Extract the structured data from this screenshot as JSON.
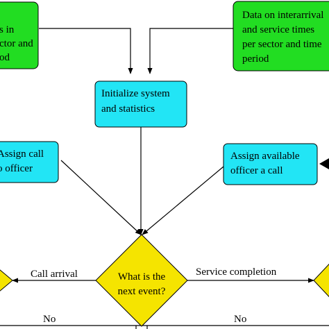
{
  "colors": {
    "green": "#22dd22",
    "cyan": "#22e5f5",
    "yellow": "#f5e400",
    "stroke": "#000000",
    "background": "#ffffff"
  },
  "nodes": {
    "top_left_box": {
      "lines": [
        "s in",
        "ctor and",
        "od"
      ]
    },
    "top_right_box": {
      "lines": [
        "Data on interarrival",
        "and service times",
        "per sector and time",
        "period"
      ]
    },
    "initialize_box": {
      "lines": [
        "Initialize system",
        "and statistics"
      ]
    },
    "assign_call_box": {
      "lines": [
        "Assign call",
        "o officer"
      ]
    },
    "assign_officer_box": {
      "lines": [
        "Assign available",
        "officer a call"
      ]
    },
    "decision": {
      "lines": [
        "What is the",
        "next event?"
      ]
    }
  },
  "edge_labels": {
    "call_arrival": "Call arrival",
    "service_completion": "Service completion",
    "no_left": "No",
    "no_right": "No"
  }
}
